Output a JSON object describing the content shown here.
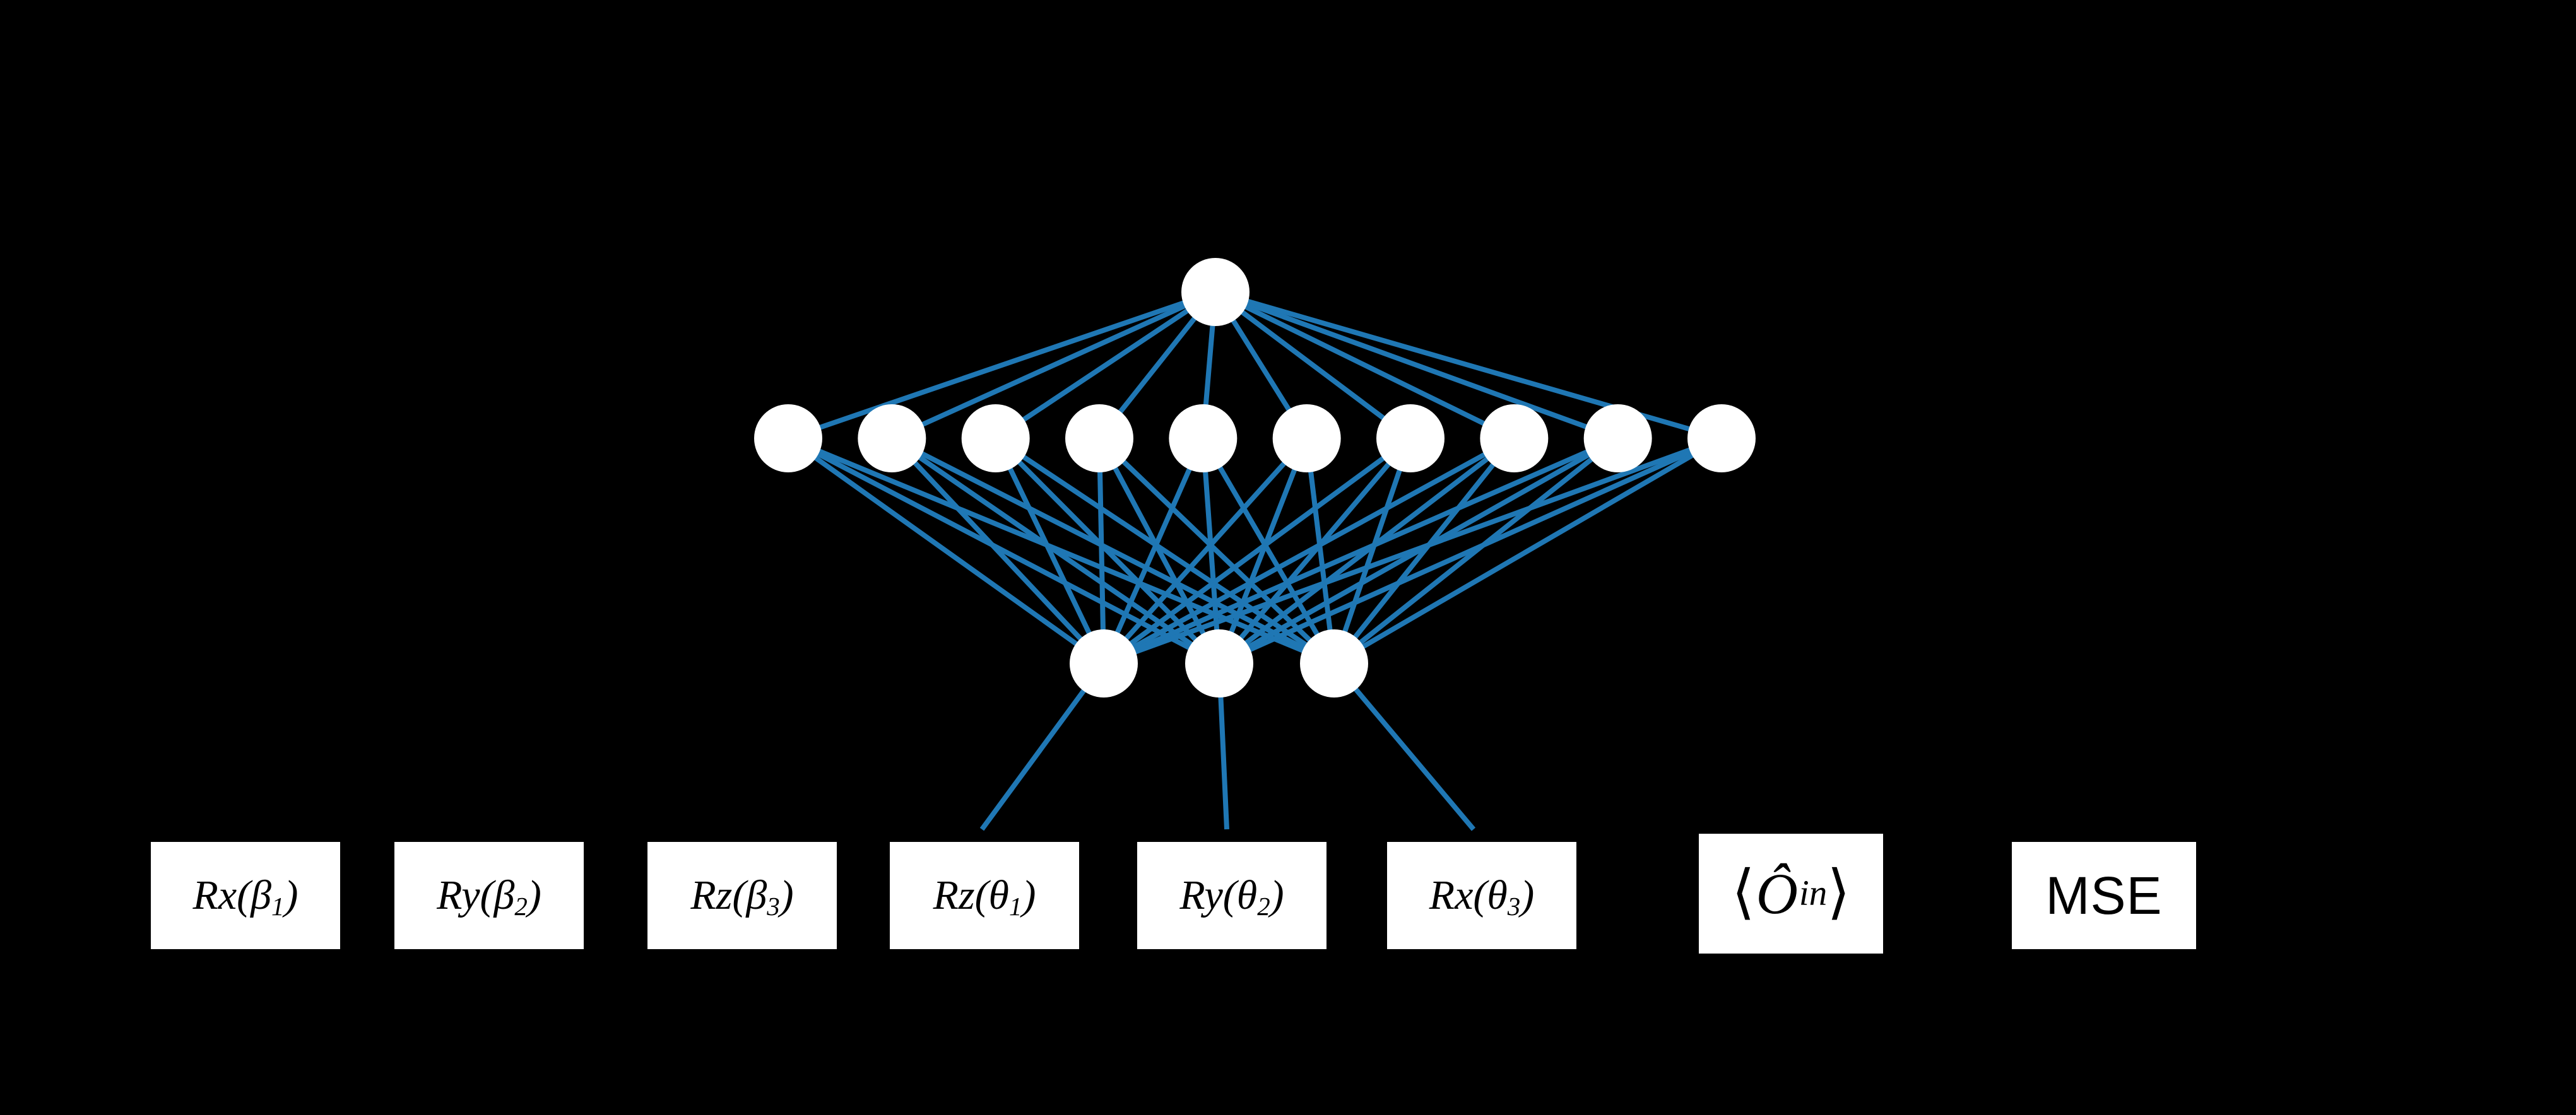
{
  "diagram": {
    "type": "neural-network",
    "colors": {
      "background": "#000000",
      "node_fill": "#ffffff",
      "edge_stroke": "#1f77b4",
      "box_background": "#ffffff",
      "box_text": "#000000"
    },
    "network": {
      "output_nodes": 1,
      "hidden_nodes": 10,
      "input_nodes": 3
    }
  },
  "boxes": [
    {
      "main": "Rx(β",
      "sub": "1",
      "post": ")"
    },
    {
      "main": "Ry(β",
      "sub": "2",
      "post": ")"
    },
    {
      "main": "Rz(β",
      "sub": "3",
      "post": ")"
    },
    {
      "main": "Rz(θ",
      "sub": "1",
      "post": ")"
    },
    {
      "main": "Ry(θ",
      "sub": "2",
      "post": ")"
    },
    {
      "main": "Rx(θ",
      "sub": "3",
      "post": ")"
    },
    {
      "pre": "⟨",
      "main": "Ô",
      "sub": "in",
      "post": "⟩"
    },
    {
      "main": "MSE"
    }
  ]
}
